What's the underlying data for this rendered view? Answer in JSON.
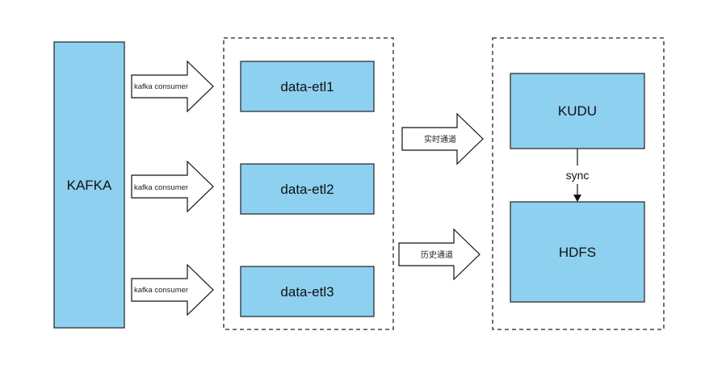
{
  "colors": {
    "box_fill": "#8ed0f0",
    "box_stroke": "#222222",
    "arrow_fill": "#ffffff",
    "arrow_stroke": "#111111",
    "dash_stroke": "#222222"
  },
  "kafka": {
    "label": "KAFKA"
  },
  "consumer_arrows": [
    {
      "label": "kafka consumer"
    },
    {
      "label": "kafka consumer"
    },
    {
      "label": "kafka consumer"
    }
  ],
  "etl_boxes": [
    {
      "label": "data-etl1"
    },
    {
      "label": "data-etl2"
    },
    {
      "label": "data-etl3"
    }
  ],
  "channel_arrows": [
    {
      "label": "实时通道"
    },
    {
      "label": "历史通道"
    }
  ],
  "storage": {
    "kudu": {
      "label": "KUDU"
    },
    "hdfs": {
      "label": "HDFS"
    },
    "sync_label": "sync"
  }
}
